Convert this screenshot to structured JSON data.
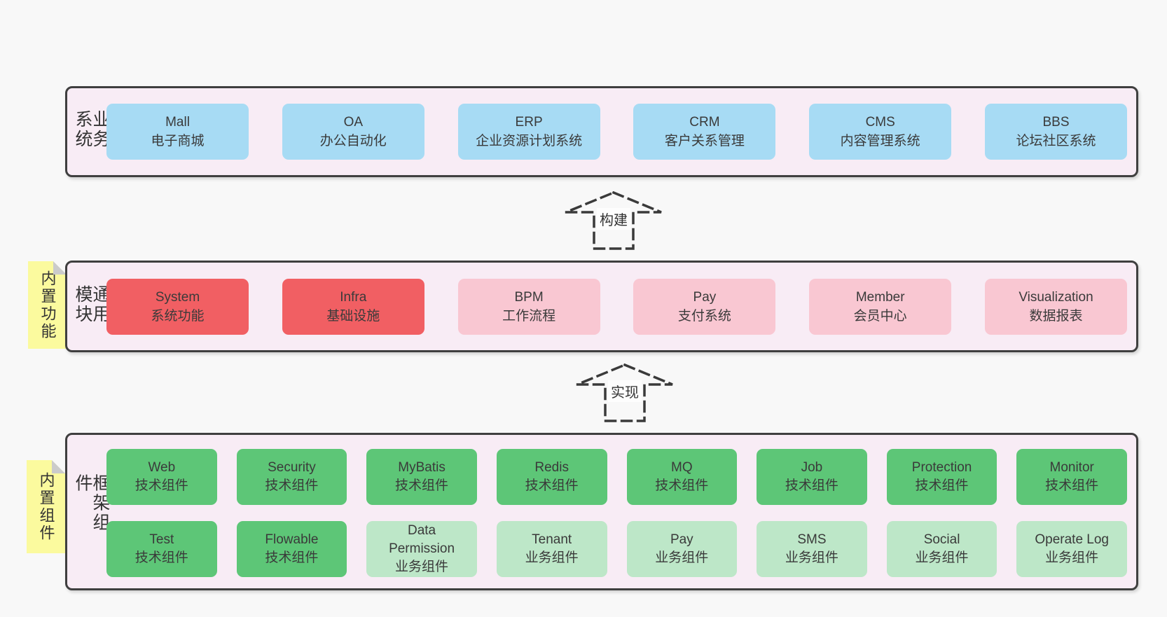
{
  "colors": {
    "page_bg": "#f8f8f8",
    "band_bg": "#f8ecf5",
    "band_border": "#3f3f3f",
    "blue_box": "#a7dbf4",
    "red_box": "#f15f63",
    "pink_box": "#f9c7d2",
    "green_box": "#5dc677",
    "light_green_box": "#bde7c8",
    "note_bg": "#fbfa9e",
    "text": "#3a3a3a"
  },
  "arrows": [
    {
      "label": "构建"
    },
    {
      "label": "实现"
    }
  ],
  "bands": [
    {
      "label": "业务系统",
      "rows": [
        [
          {
            "en": "Mall",
            "zh": "电子商城"
          },
          {
            "en": "OA",
            "zh": "办公自动化"
          },
          {
            "en": "ERP",
            "zh": "企业资源计划系统"
          },
          {
            "en": "CRM",
            "zh": "客户关系管理"
          },
          {
            "en": "CMS",
            "zh": "内容管理系统"
          },
          {
            "en": "BBS",
            "zh": "论坛社区系统"
          }
        ]
      ]
    },
    {
      "label": "通用模块",
      "note": "内置功能",
      "rows": [
        [
          {
            "en": "System",
            "zh": "系统功能"
          },
          {
            "en": "Infra",
            "zh": "基础设施"
          },
          {
            "en": "BPM",
            "zh": "工作流程"
          },
          {
            "en": "Pay",
            "zh": "支付系统"
          },
          {
            "en": "Member",
            "zh": "会员中心"
          },
          {
            "en": "Visualization",
            "zh": "数据报表"
          }
        ]
      ]
    },
    {
      "label": "框架组件",
      "note": "内置组件",
      "rows": [
        [
          {
            "en": "Web",
            "zh": "技术组件"
          },
          {
            "en": "Security",
            "zh": "技术组件"
          },
          {
            "en": "MyBatis",
            "zh": "技术组件"
          },
          {
            "en": "Redis",
            "zh": "技术组件"
          },
          {
            "en": "MQ",
            "zh": "技术组件"
          },
          {
            "en": "Job",
            "zh": "技术组件"
          },
          {
            "en": "Protection",
            "zh": "技术组件"
          },
          {
            "en": "Monitor",
            "zh": "技术组件"
          }
        ],
        [
          {
            "en": "Test",
            "zh": "技术组件"
          },
          {
            "en": "Flowable",
            "zh": "技术组件"
          },
          {
            "en": "Data Permission",
            "zh": "业务组件"
          },
          {
            "en": "Tenant",
            "zh": "业务组件"
          },
          {
            "en": "Pay",
            "zh": "业务组件"
          },
          {
            "en": "SMS",
            "zh": "业务组件"
          },
          {
            "en": "Social",
            "zh": "业务组件"
          },
          {
            "en": "Operate Log",
            "zh": "业务组件"
          }
        ]
      ]
    }
  ]
}
